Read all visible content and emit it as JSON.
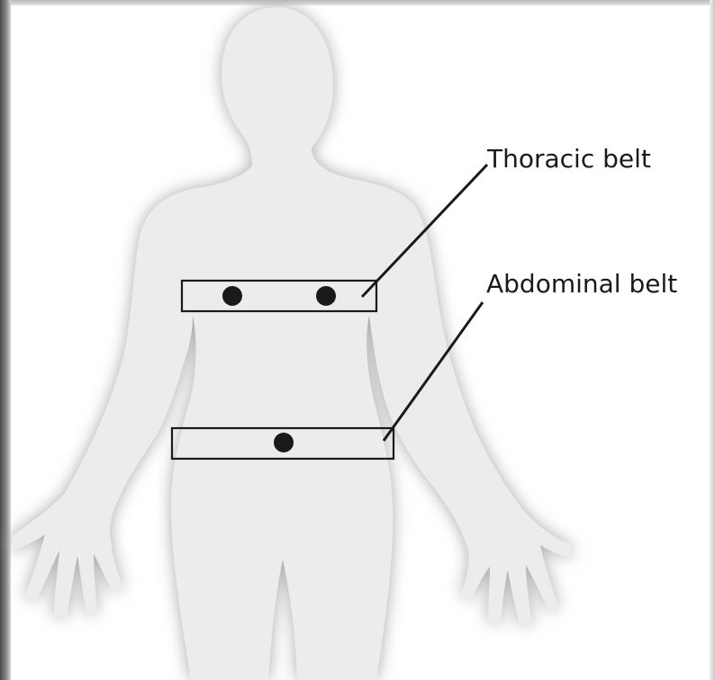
{
  "diagram": {
    "labels": {
      "thoracic": "Thoracic belt",
      "abdominal": "Abdominal belt"
    },
    "colors": {
      "body_fill": "#ececec",
      "body_glow": "#b9b9b9",
      "belt_stroke": "#1a1a1a",
      "sensor_dot": "#1a1a1a"
    },
    "sensor_counts": {
      "thoracic": 2,
      "abdominal": 1
    }
  }
}
